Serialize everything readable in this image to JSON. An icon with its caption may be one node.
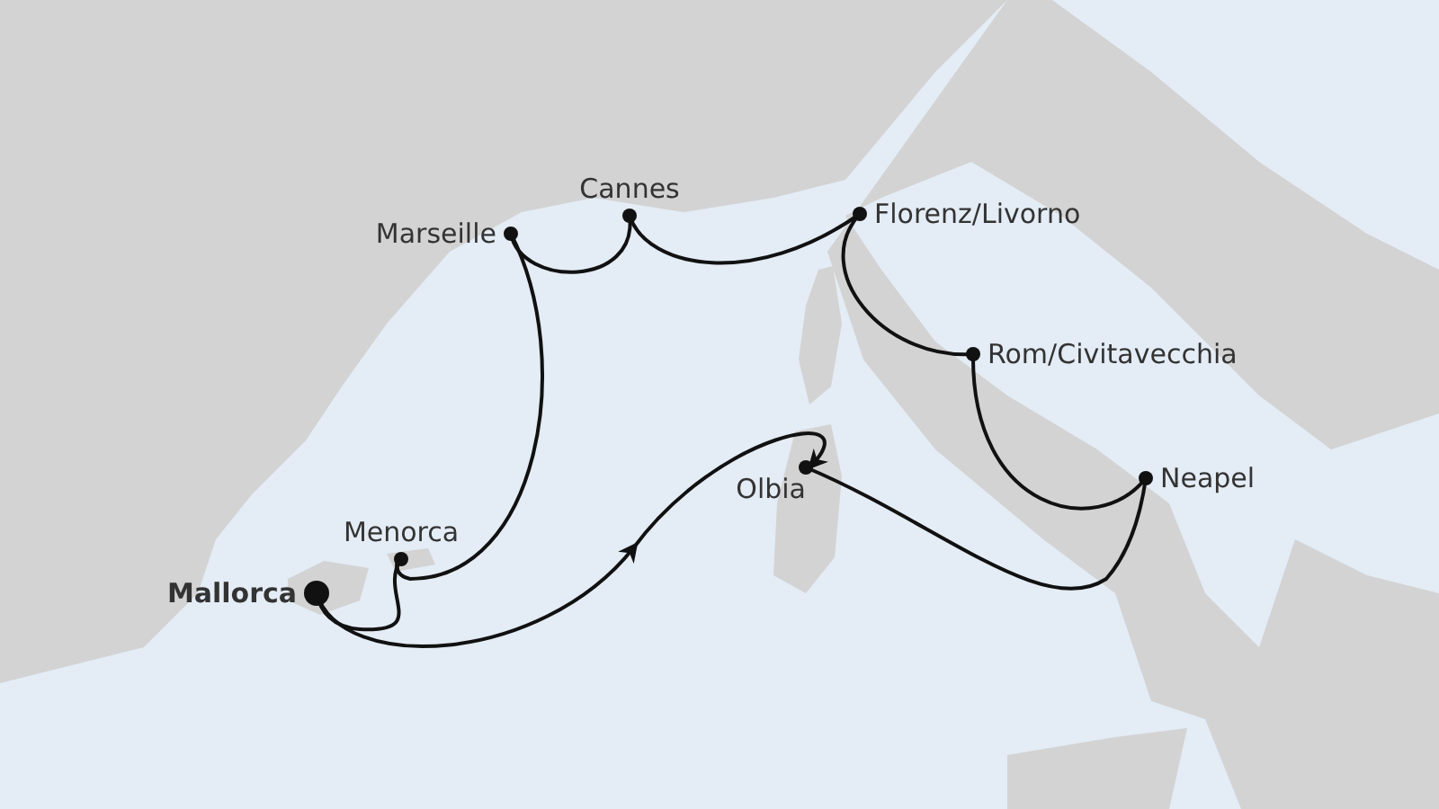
{
  "diagram": {
    "nodes": [
      {
        "text": [
          "Marseille"
        ]
      },
      {
        "text": [
          "Cannes"
        ]
      },
      {
        "text": [
          "Florenz/Livorno"
        ]
      },
      {
        "text": [
          "Rom/Civitavecchia"
        ]
      },
      {
        "text": [
          "Neapel"
        ]
      },
      {
        "text": [
          "Menorca"
        ]
      },
      {
        "text": [
          "Olbia"
        ]
      },
      {
        "text": [
          "Mallorca"
        ]
      }
    ],
    "edges": [
      {
        "from": 7,
        "to": 6,
        "arrow": "to"
      },
      {
        "from": 6,
        "to": 4,
        "arrow": "none"
      },
      {
        "from": 4,
        "to": 3,
        "arrow": "none"
      },
      {
        "from": 3,
        "to": 2,
        "arrow": "none"
      },
      {
        "from": 2,
        "to": 1,
        "arrow": "none"
      },
      {
        "from": 1,
        "to": 0,
        "arrow": "none"
      },
      {
        "from": 0,
        "to": 5,
        "arrow": "none"
      },
      {
        "from": 5,
        "to": 7,
        "arrow": "none"
      }
    ]
  }
}
